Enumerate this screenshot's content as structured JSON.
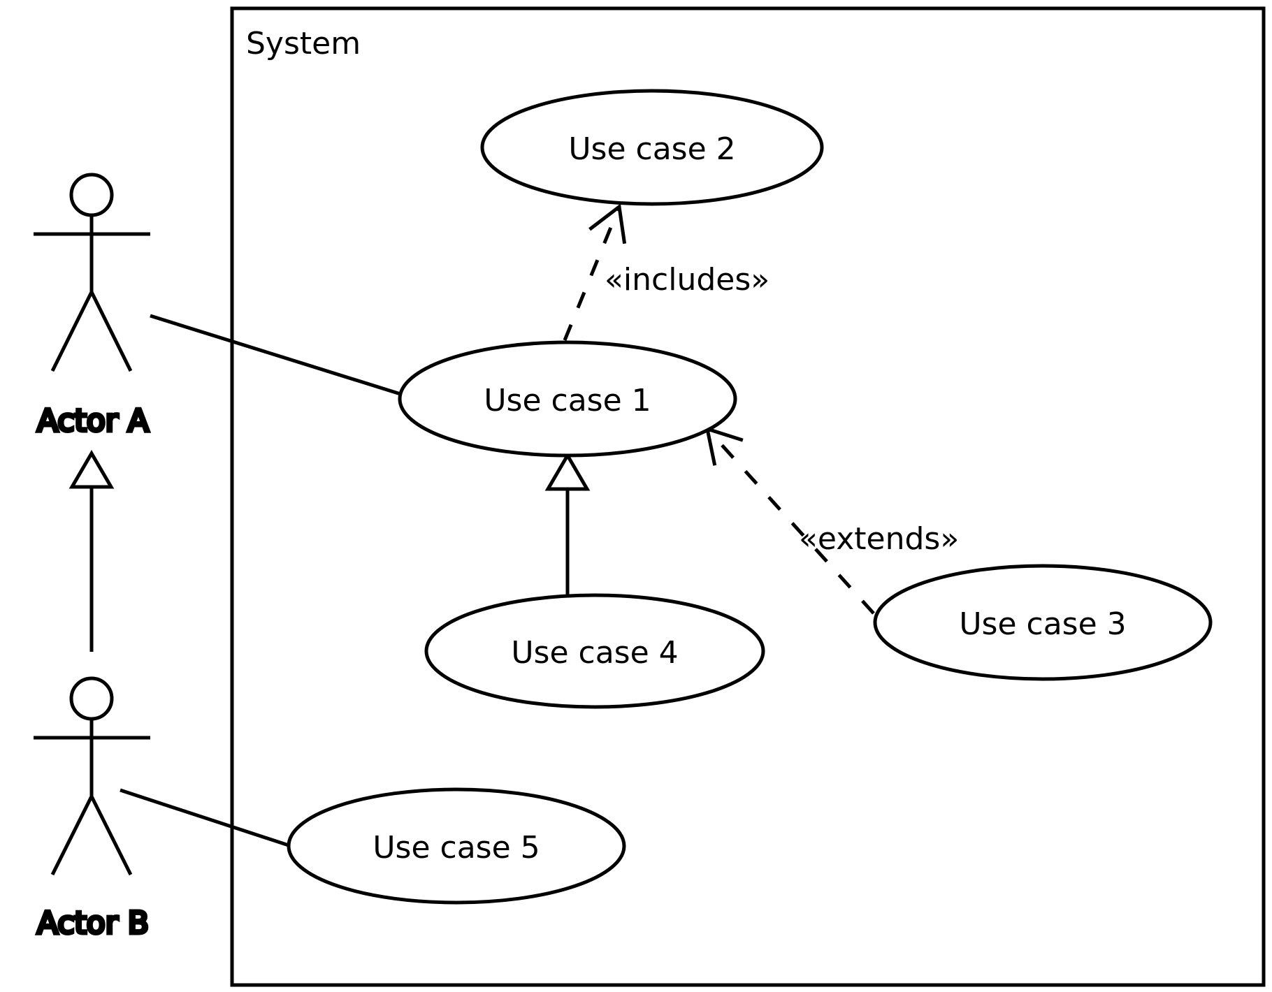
{
  "diagram": {
    "type": "uml-use-case-diagram",
    "system": {
      "label": "System"
    },
    "actors": [
      {
        "id": "actor-a",
        "label": "Actor A"
      },
      {
        "id": "actor-b",
        "label": "Actor B"
      }
    ],
    "use_cases": [
      {
        "id": "use-case-1",
        "label": "Use case 1"
      },
      {
        "id": "use-case-2",
        "label": "Use case 2"
      },
      {
        "id": "use-case-3",
        "label": "Use case 3"
      },
      {
        "id": "use-case-4",
        "label": "Use case 4"
      },
      {
        "id": "use-case-5",
        "label": "Use case 5"
      }
    ],
    "relationships": [
      {
        "from": "Actor A",
        "to": "Use case 1",
        "type": "association",
        "label": ""
      },
      {
        "from": "Actor B",
        "to": "Actor A",
        "type": "generalization",
        "label": ""
      },
      {
        "from": "Actor B",
        "to": "Use case 5",
        "type": "association",
        "label": ""
      },
      {
        "from": "Use case 1",
        "to": "Use case 2",
        "type": "include",
        "label": "«includes»"
      },
      {
        "from": "Use case 3",
        "to": "Use case 1",
        "type": "extend",
        "label": "«extends»"
      },
      {
        "from": "Use case 4",
        "to": "Use case 1",
        "type": "generalization",
        "label": ""
      }
    ]
  }
}
